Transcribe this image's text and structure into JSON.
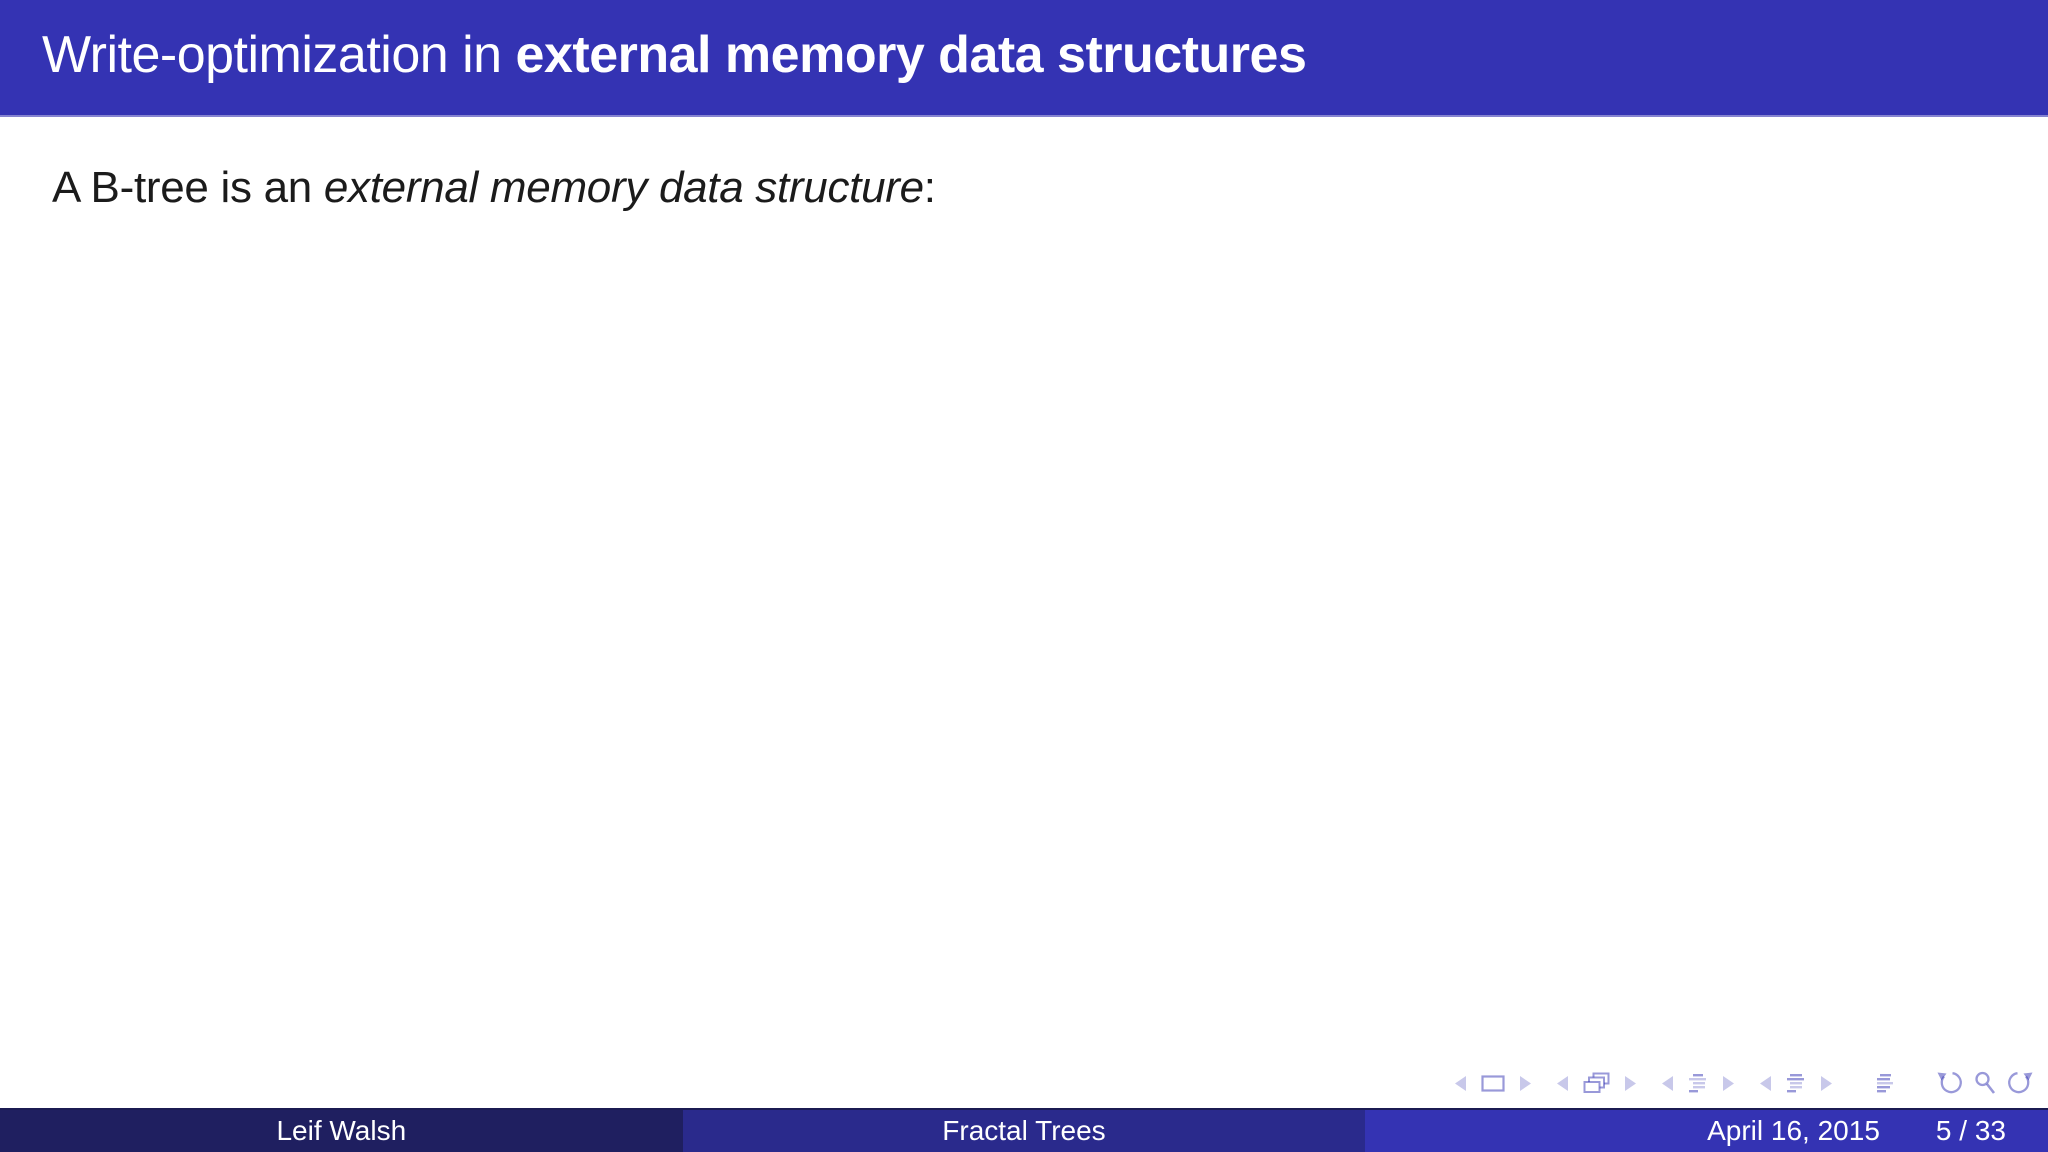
{
  "slide": {
    "title": {
      "prefix": "Write-optimization in ",
      "emphasis": "external memory data structures"
    },
    "body": {
      "prefix": "A B-tree is an ",
      "emphasis": "external memory data structure",
      "suffix": ":"
    }
  },
  "footer": {
    "author": "Leif Walsh",
    "short_title": "Fractal Trees",
    "date": "April 16, 2015",
    "page": "5 / 33"
  },
  "nav": {
    "symbols": [
      "prev-slide",
      "slide",
      "next-slide",
      "prev-frame",
      "frame",
      "next-frame",
      "prev-subsection",
      "subsection",
      "next-subsection",
      "prev-section",
      "section",
      "next-section",
      "appendix",
      "back",
      "search",
      "forward"
    ]
  },
  "colors": {
    "header_bg": "#3433b3",
    "footer_author_bg": "#1f1f60",
    "footer_title_bg": "#2a2a8c",
    "footer_date_bg": "#3433b3",
    "nav_icon": "#8f8fd5"
  }
}
